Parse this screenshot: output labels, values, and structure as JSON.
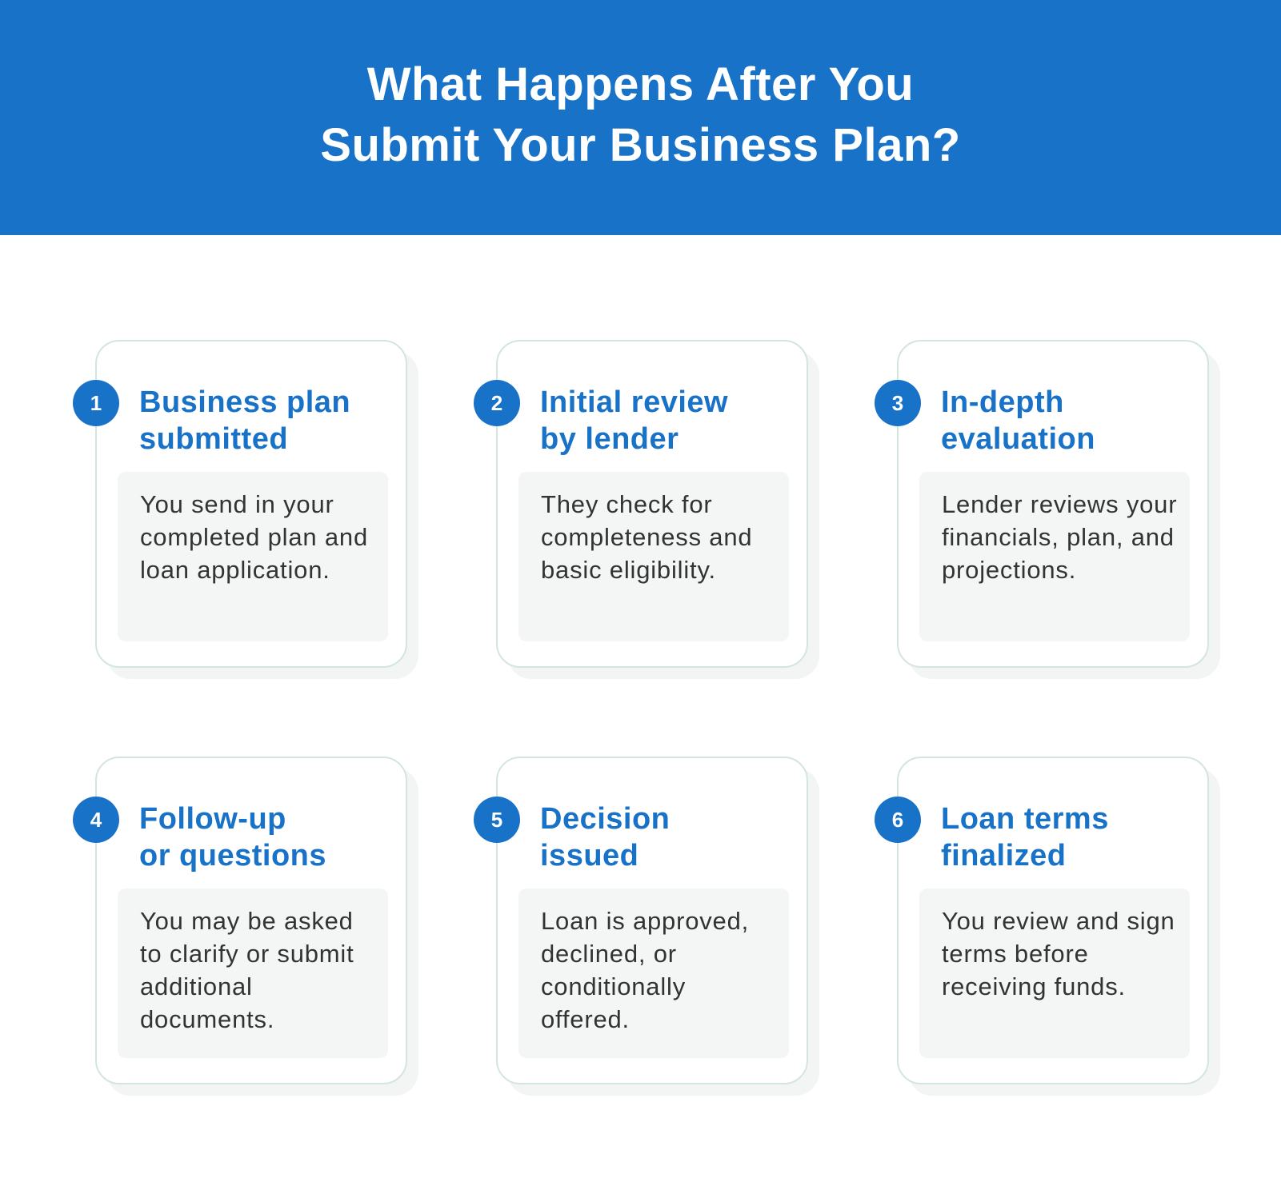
{
  "header": {
    "title_line1": "What Happens After You",
    "title_line2": "Submit Your Business Plan?",
    "background_color": "#1872c8"
  },
  "colors": {
    "accent": "#1872c8",
    "card_border": "#d3e6dd",
    "body_panel": "#f3f6f5",
    "body_text": "#333333"
  },
  "steps": [
    {
      "number": "1",
      "title_line1": "Business plan",
      "title_line2": "submitted",
      "text": "You send in your completed plan and loan application."
    },
    {
      "number": "2",
      "title_line1": "Initial review",
      "title_line2": "by lender",
      "text": "They check for completeness and basic eligibility."
    },
    {
      "number": "3",
      "title_line1": "In-depth",
      "title_line2": "evaluation",
      "text": "Lender reviews your financials, plan, and projections."
    },
    {
      "number": "4",
      "title_line1": "Follow-up",
      "title_line2": "or questions",
      "text": "You may be asked to clarify or submit additional documents."
    },
    {
      "number": "5",
      "title_line1": "Decision",
      "title_line2": "issued",
      "text": "Loan is approved, declined, or conditionally offered."
    },
    {
      "number": "6",
      "title_line1": "Loan terms",
      "title_line2": "finalized",
      "text": "You review and sign terms before receiving funds."
    }
  ]
}
